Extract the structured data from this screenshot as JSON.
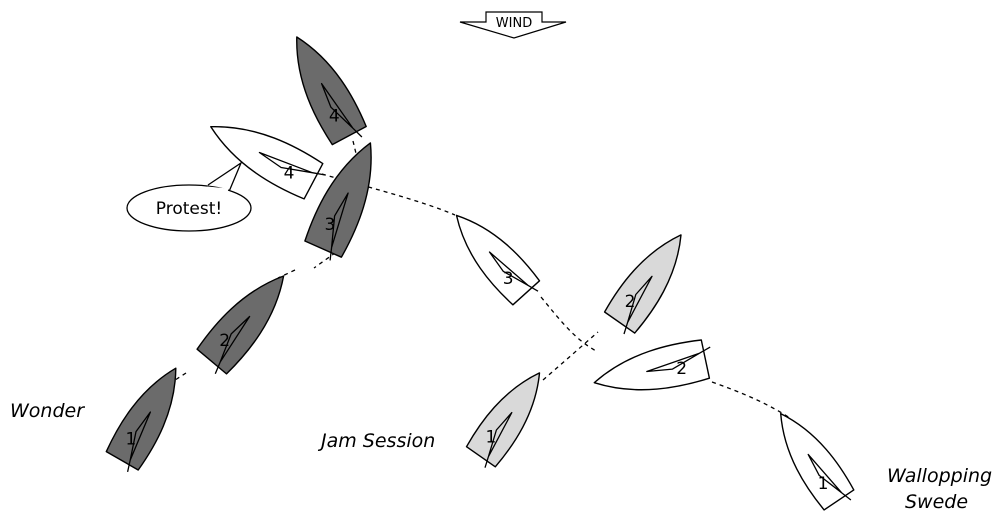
{
  "wind": {
    "label": "WIND"
  },
  "protest": {
    "text": "Protest!"
  },
  "boats": [
    {
      "name": "Wonder",
      "fill": "#6b6b6b",
      "positions": [
        "1",
        "2",
        "3",
        "4"
      ]
    },
    {
      "name": "Jam Session",
      "fill": "#d9d9d9",
      "positions": [
        "1",
        "2"
      ]
    },
    {
      "name_lines": [
        "Wallopping",
        "Swede"
      ],
      "fill": "#ffffff",
      "positions": [
        "1",
        "2",
        "3",
        "4"
      ]
    }
  ]
}
